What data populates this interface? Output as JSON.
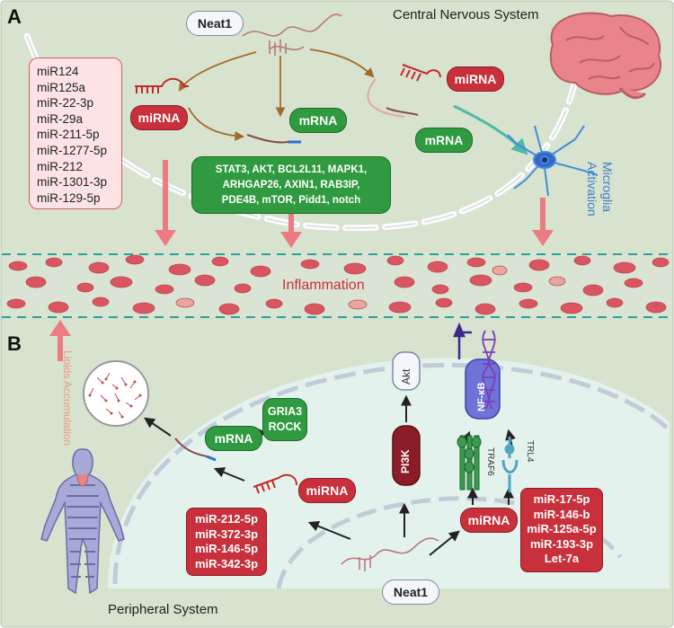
{
  "panels": {
    "a_letter": "A",
    "b_letter": "B"
  },
  "titles": {
    "cns": "Central Nervous System",
    "peripheral": "Peripheral System"
  },
  "neat1": {
    "top": "Neat1",
    "bottom": "Neat1"
  },
  "labels": {
    "mirna": "miRNA",
    "mrna": "mRNA",
    "inflammation": "Inflammation",
    "microglia": "Microglia Activation",
    "lipids": "Lipids Accumulation",
    "akt": "Akt",
    "pi3k": "PI3K",
    "nfkb": "NF-κB",
    "traf6": "TRAF6",
    "trl4": "TRL4"
  },
  "mirna_list_a": [
    "miR124",
    "miR125a",
    "miR-22-3p",
    "miR-29a",
    "miR-211-5p",
    "miR-1277-5p",
    "miR-212",
    "miR-1301-3p",
    "miR-129-5p"
  ],
  "targets_a": [
    "STAT3, AKT, BCL2L11, MAPK1,",
    "ARHGAP26, AXIN1, RAB3IP,",
    "PDE4B, mTOR, Pidd1, notch"
  ],
  "targets_b": [
    "GRIA3",
    "ROCK"
  ],
  "mirna_list_b_left": [
    "miR-212-5p",
    "miR-372-3p",
    "miR-146-5p",
    "miR-342-3p"
  ],
  "mirna_list_b_right": [
    "miR-17-5p",
    "miR-146-b",
    "miR-125a-5p",
    "miR-193-3p",
    "Let-7a"
  ],
  "colors": {
    "panel_bg": "#d7e2cf",
    "cell": "#e4f2ee",
    "inflam_bg": "#dae4d4",
    "red": "#c8313c",
    "green": "#2f9a3f",
    "arrow_pink": "#ec7c82",
    "nfkb": "#6f73d8"
  }
}
